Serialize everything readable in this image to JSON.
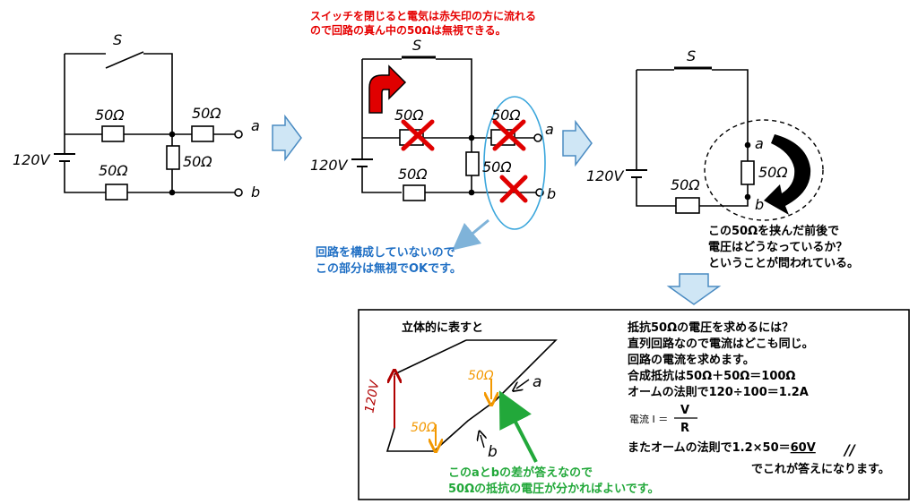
{
  "colors": {
    "wire": "#000000",
    "red_text": "#e60000",
    "cross": "#e00000",
    "blue_text": "#1f6fc4",
    "ellipse": "#3aa6dc",
    "arrow_fill": "#cfe6f5",
    "arrow_stroke": "#4a8bc2",
    "orange": "#f39800",
    "green": "#22a83a",
    "darkred": "#b00000"
  },
  "circuit1": {
    "switch": "S",
    "voltage": "120V",
    "r_top": "50Ω",
    "r_bottom": "50Ω",
    "r_middle": "50Ω",
    "r_a": "50Ω",
    "terminal_a": "a",
    "terminal_b": "b"
  },
  "circuit2": {
    "note_line1": "スイッチを閉じると電気は赤矢印の方に流れる",
    "note_line2": "ので回路の真ん中の50Ωは無視できる。",
    "switch": "S",
    "voltage": "120V",
    "r_top": "50Ω",
    "r_bottom": "50Ω",
    "r_middle": "50Ω",
    "r_a": "50Ω",
    "terminal_a": "a",
    "terminal_b": "b",
    "ignore_line1": "回路を構成していないので",
    "ignore_line2": "この部分は無視でOKです。"
  },
  "circuit3": {
    "switch": "S",
    "voltage": "120V",
    "r_bottom": "50Ω",
    "r_right": "50Ω",
    "terminal_a": "a",
    "terminal_b": "b",
    "question_line1": "この50Ωを挟んだ前後で",
    "question_line2": "電圧はどうなっているか？",
    "question_line3": "ということが問われている。"
  },
  "box": {
    "title": "立体的に表すと",
    "v_label": "120V",
    "r_left": "50Ω",
    "r_right": "50Ω",
    "label_a": "a",
    "label_b": "b",
    "green_line1": "このaとbの差が答えなので",
    "green_line2": "50Ωの抵抗の電圧が分かればよいです。",
    "line1": "抵抗50Ωの電圧を求めるには？",
    "line2": "直列回路なので電流はどこも同じ。",
    "line3": "回路の電流を求めます。",
    "line4": "合成抵抗は50Ω＋50Ω＝100Ω",
    "line5": "オームの法則で120÷100＝1.2A",
    "formula_label": "電流 I ＝",
    "formula_num": "V",
    "formula_den": "R",
    "line6_pre": "またオームの法則で1.2×50＝",
    "line6_ans": "60V",
    "line6_mark": "//",
    "line7": "でこれが答えになります。"
  }
}
